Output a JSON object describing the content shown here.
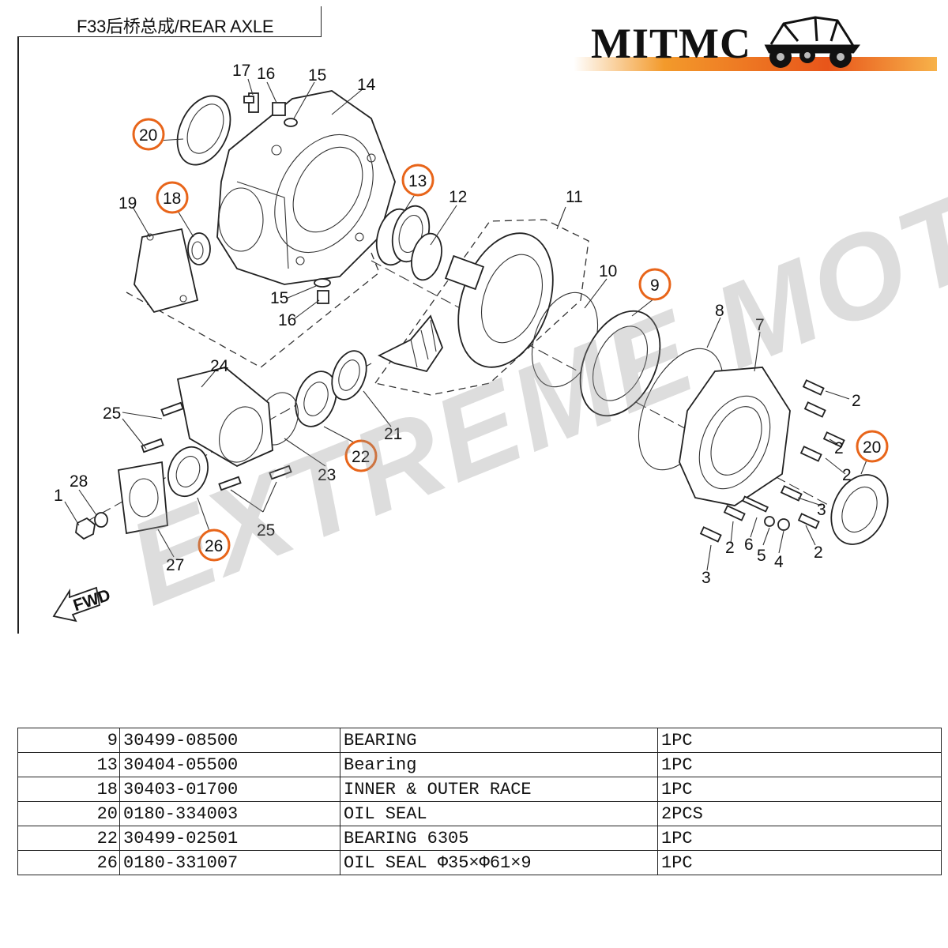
{
  "header": {
    "title": "F33后桥总成/REAR AXLE"
  },
  "brand": {
    "name": "MITMC",
    "icon": "utv-buggy-icon",
    "bar_colors": [
      "#f39a2b",
      "#e8551a",
      "#f7b24a"
    ]
  },
  "watermark": "EXTREME MOTOR",
  "diagram": {
    "fwd_label": "FWD",
    "highlight_color": "#e8651a",
    "callouts": [
      {
        "id": "c1",
        "label": "1",
        "highlighted": false
      },
      {
        "id": "c2a",
        "label": "2",
        "highlighted": false
      },
      {
        "id": "c2b",
        "label": "2",
        "highlighted": false
      },
      {
        "id": "c2c",
        "label": "2",
        "highlighted": false
      },
      {
        "id": "c2d",
        "label": "2",
        "highlighted": false
      },
      {
        "id": "c2e",
        "label": "2",
        "highlighted": false
      },
      {
        "id": "c3a",
        "label": "3",
        "highlighted": false
      },
      {
        "id": "c3b",
        "label": "3",
        "highlighted": false
      },
      {
        "id": "c4",
        "label": "4",
        "highlighted": false
      },
      {
        "id": "c5",
        "label": "5",
        "highlighted": false
      },
      {
        "id": "c6",
        "label": "6",
        "highlighted": false
      },
      {
        "id": "c7",
        "label": "7",
        "highlighted": false
      },
      {
        "id": "c8",
        "label": "8",
        "highlighted": false
      },
      {
        "id": "c9",
        "label": "9",
        "highlighted": true
      },
      {
        "id": "c10",
        "label": "10",
        "highlighted": false
      },
      {
        "id": "c11",
        "label": "11",
        "highlighted": false
      },
      {
        "id": "c12",
        "label": "12",
        "highlighted": false
      },
      {
        "id": "c13",
        "label": "13",
        "highlighted": true
      },
      {
        "id": "c14",
        "label": "14",
        "highlighted": false
      },
      {
        "id": "c15a",
        "label": "15",
        "highlighted": false
      },
      {
        "id": "c15b",
        "label": "15",
        "highlighted": false
      },
      {
        "id": "c16a",
        "label": "16",
        "highlighted": false
      },
      {
        "id": "c16b",
        "label": "16",
        "highlighted": false
      },
      {
        "id": "c17",
        "label": "17",
        "highlighted": false
      },
      {
        "id": "c18",
        "label": "18",
        "highlighted": true
      },
      {
        "id": "c19",
        "label": "19",
        "highlighted": false
      },
      {
        "id": "c20a",
        "label": "20",
        "highlighted": true
      },
      {
        "id": "c20b",
        "label": "20",
        "highlighted": true
      },
      {
        "id": "c21",
        "label": "21",
        "highlighted": false
      },
      {
        "id": "c22",
        "label": "22",
        "highlighted": true
      },
      {
        "id": "c23",
        "label": "23",
        "highlighted": false
      },
      {
        "id": "c24",
        "label": "24",
        "highlighted": false
      },
      {
        "id": "c25a",
        "label": "25",
        "highlighted": false
      },
      {
        "id": "c25b",
        "label": "25",
        "highlighted": false
      },
      {
        "id": "c26",
        "label": "26",
        "highlighted": true
      },
      {
        "id": "c27",
        "label": "27",
        "highlighted": false
      },
      {
        "id": "c28",
        "label": "28",
        "highlighted": false
      }
    ]
  },
  "parts_table": {
    "rows": [
      {
        "no": "9",
        "part_number": "30499-08500",
        "description": "BEARING",
        "qty": "1PC"
      },
      {
        "no": "13",
        "part_number": "30404-05500",
        "description": "Bearing",
        "qty": "1PC"
      },
      {
        "no": "18",
        "part_number": "30403-01700",
        "description": "INNER & OUTER RACE",
        "qty": "1PC"
      },
      {
        "no": "20",
        "part_number": "0180-334003",
        "description": "OIL SEAL",
        "qty": "2PCS"
      },
      {
        "no": "22",
        "part_number": "30499-02501",
        "description": "BEARING 6305",
        "qty": "1PC"
      },
      {
        "no": "26",
        "part_number": "0180-331007",
        "description": "OIL SEAL Φ35×Φ61×9",
        "qty": "1PC"
      }
    ]
  }
}
